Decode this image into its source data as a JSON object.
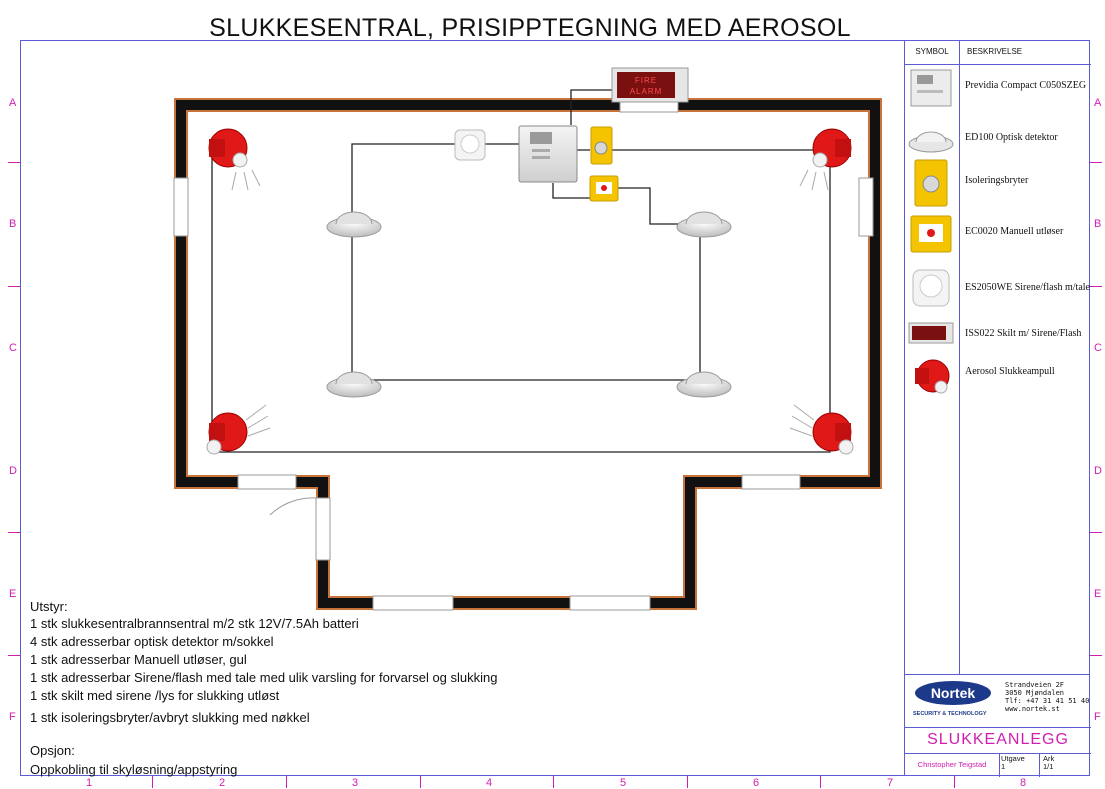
{
  "title": "SLUKKESENTRAL, PRISIPPTEGNING MED AEROSOL",
  "panel_sign": {
    "line1": "FIRE",
    "line2": "ALARM"
  },
  "legend": {
    "header_symbol": "SYMBOL",
    "header_description": "BESKRIVELSE",
    "items": [
      {
        "icon": "control-panel-icon",
        "label": "Previdia Compact C050SZEG"
      },
      {
        "icon": "smoke-detector-icon",
        "label": "ED100 Optisk detektor"
      },
      {
        "icon": "isolation-switch-icon",
        "label": "Isoleringsbryter"
      },
      {
        "icon": "manual-call-point-icon",
        "label": "EC0020 Manuell utløser"
      },
      {
        "icon": "siren-flash-icon",
        "label": "ES2050WE Sirene/flash m/tale"
      },
      {
        "icon": "sign-siren-icon",
        "label": "ISS022 Skilt m/ Sirene/Flash"
      },
      {
        "icon": "aerosol-unit-icon",
        "label": "Aerosol Slukkeampull"
      }
    ]
  },
  "equipment": {
    "heading": "Utstyr:",
    "lines": [
      "1 stk slukkesentralbrannsentral m/2 stk 12V/7.5Ah batteri",
      "4 stk adresserbar optisk detektor m/sokkel",
      "1 stk adresserbar Manuell utløser, gul",
      "1 stk adresserbar Sirene/flash med tale med ulik varsling for forvarsel og slukking",
      "1 stk skilt med sirene /lys for slukking utløst",
      "1 stk isoleringsbryter/avbryt slukking med nøkkel"
    ],
    "option_heading": "Opsjon:",
    "option_line": "Oppkobling til skyløsning/appstyring"
  },
  "title_block": {
    "company": "Nortek",
    "company_sub": "SECURITY & TECHNOLOGY",
    "address1": "Strandveien 2F",
    "address2": "3050 Mjøndalen",
    "phone": "Tlf: +47 31 41 51 40",
    "web": "www.nortek.st",
    "drawing_name": "SLUKKEANLEGG",
    "author": "Christopher Teigstad",
    "edition_label": "Utgave",
    "edition_value": "1",
    "sheet_label": "Ark",
    "sheet_value": "1/1"
  },
  "zones_rows": [
    "A",
    "B",
    "C",
    "D",
    "E",
    "F"
  ],
  "zones_cols": [
    "1",
    "2",
    "3",
    "4",
    "5",
    "6",
    "7",
    "8"
  ],
  "colors": {
    "frame": "#5b5bd6",
    "zone": "#d01fb0",
    "wall": "#111111",
    "wall_edge": "#c8733a",
    "nortek_blue": "#1d3a8a",
    "title_pink": "#d01fb0",
    "yellow": "#f5c400",
    "red": "#e01818"
  }
}
